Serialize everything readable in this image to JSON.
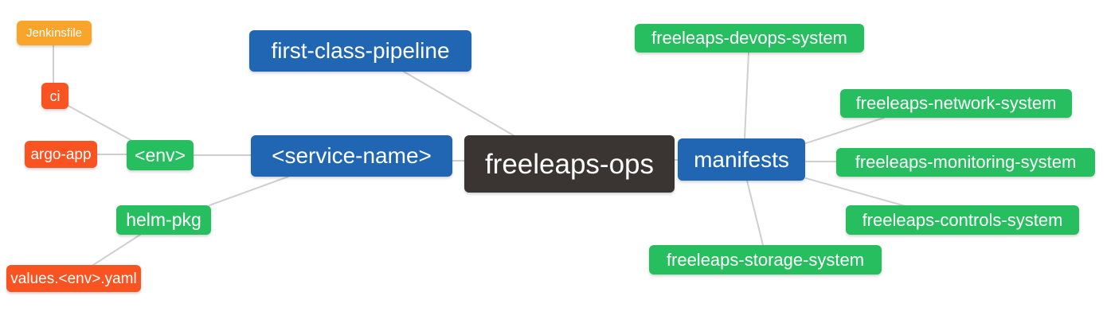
{
  "palette": {
    "blue": "#2166B3",
    "green": "#27BE60",
    "red": "#F95321",
    "orange": "#F9A42B",
    "dark": "#3A3533",
    "edge": "#CFCFCF",
    "text": "#FFFFFF",
    "background": "#FFFFFF"
  },
  "nodes": [
    {
      "id": "jenkinsfile",
      "label": "Jenkinsfile",
      "color": "orange"
    },
    {
      "id": "ci",
      "label": "ci",
      "color": "red"
    },
    {
      "id": "argo-app",
      "label": "argo-app",
      "color": "red"
    },
    {
      "id": "env",
      "label": "<env>",
      "color": "green"
    },
    {
      "id": "helm-pkg",
      "label": "helm-pkg",
      "color": "green"
    },
    {
      "id": "values-env-yaml",
      "label": "values.<env>.yaml",
      "color": "red"
    },
    {
      "id": "first-class-pipeline",
      "label": "first-class-pipeline",
      "color": "blue"
    },
    {
      "id": "service-name",
      "label": "<service-name>",
      "color": "blue"
    },
    {
      "id": "freeleaps-ops",
      "label": "freeleaps-ops",
      "color": "dark"
    },
    {
      "id": "manifests",
      "label": "manifests",
      "color": "blue"
    },
    {
      "id": "freeleaps-devops-system",
      "label": "freeleaps-devops-system",
      "color": "green"
    },
    {
      "id": "freeleaps-network-system",
      "label": "freeleaps-network-system",
      "color": "green"
    },
    {
      "id": "freeleaps-monitoring-system",
      "label": "freeleaps-monitoring-system",
      "color": "green"
    },
    {
      "id": "freeleaps-controls-system",
      "label": "freeleaps-controls-system",
      "color": "green"
    },
    {
      "id": "freeleaps-storage-system",
      "label": "freeleaps-storage-system",
      "color": "green"
    }
  ],
  "edges": [
    {
      "from": "jenkinsfile",
      "to": "ci"
    },
    {
      "from": "ci",
      "to": "env"
    },
    {
      "from": "argo-app",
      "to": "env"
    },
    {
      "from": "env",
      "to": "service-name"
    },
    {
      "from": "service-name",
      "to": "helm-pkg"
    },
    {
      "from": "helm-pkg",
      "to": "values-env-yaml"
    },
    {
      "from": "first-class-pipeline",
      "to": "freeleaps-ops"
    },
    {
      "from": "service-name",
      "to": "freeleaps-ops"
    },
    {
      "from": "freeleaps-ops",
      "to": "manifests"
    },
    {
      "from": "manifests",
      "to": "freeleaps-devops-system"
    },
    {
      "from": "manifests",
      "to": "freeleaps-network-system"
    },
    {
      "from": "manifests",
      "to": "freeleaps-monitoring-system"
    },
    {
      "from": "manifests",
      "to": "freeleaps-controls-system"
    },
    {
      "from": "manifests",
      "to": "freeleaps-storage-system"
    }
  ]
}
